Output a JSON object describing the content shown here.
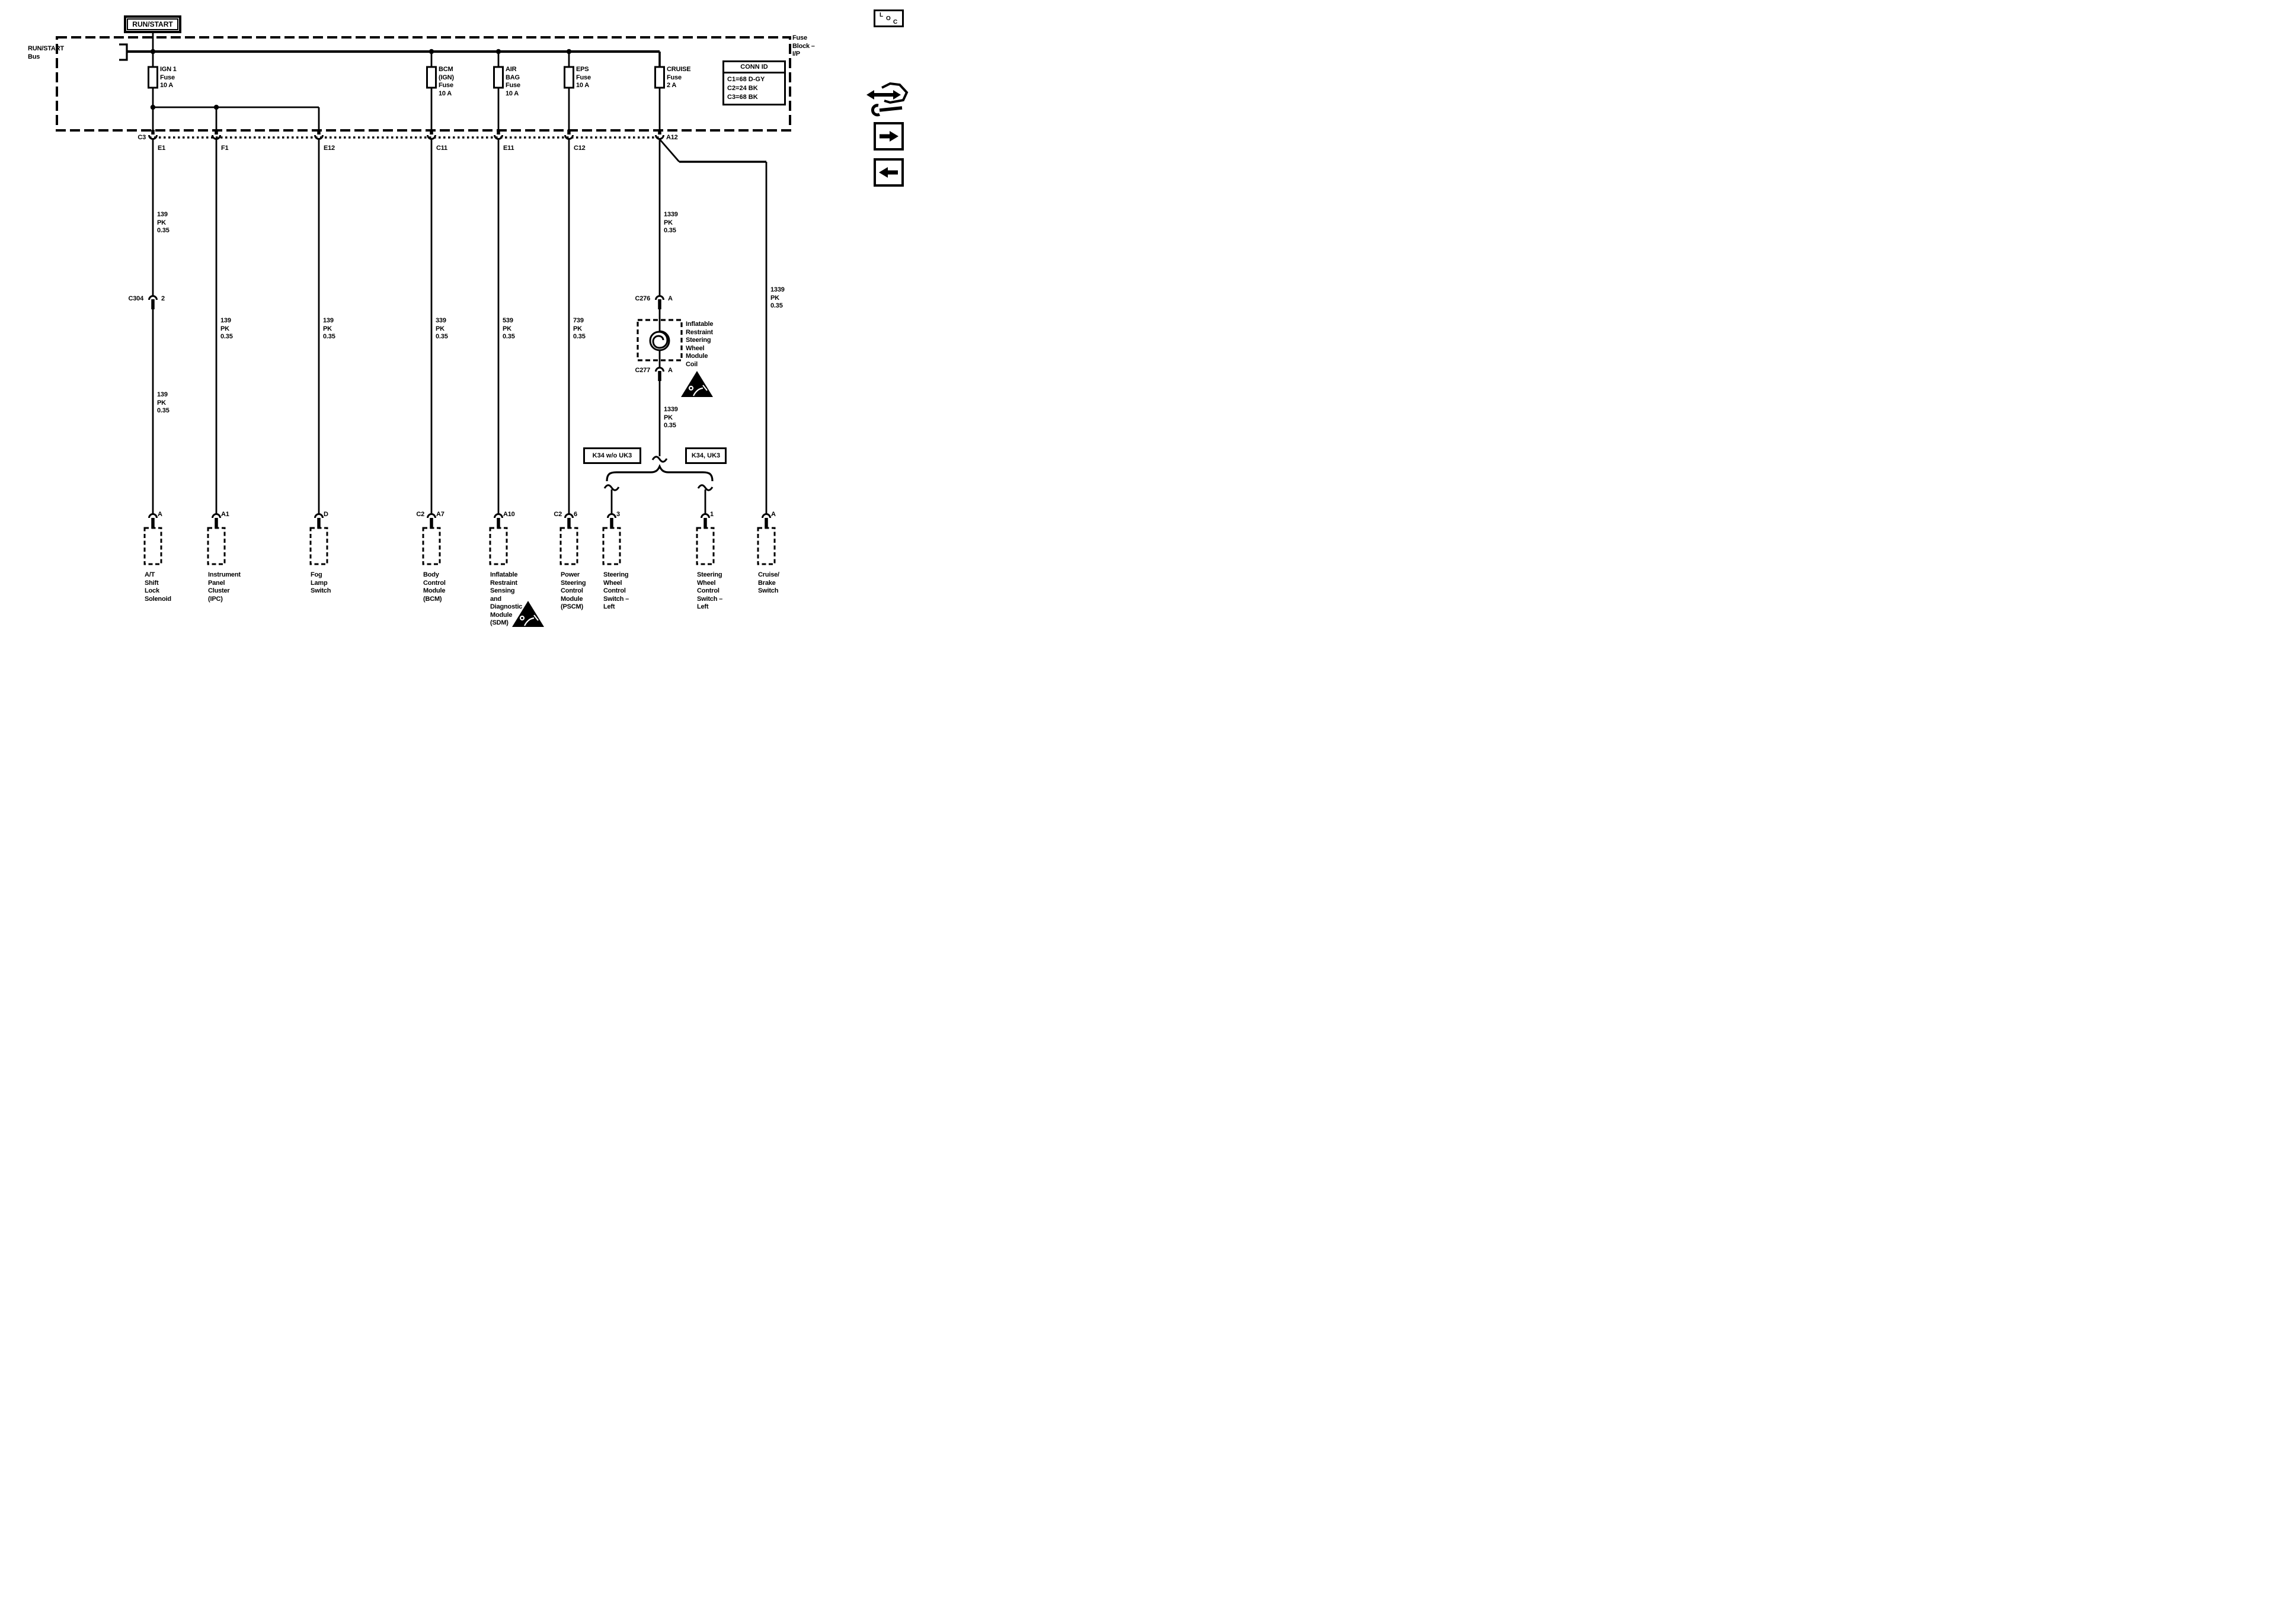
{
  "title_box": "RUN/START",
  "bus_label": "RUN/START\nBus",
  "fuse_block_label": "Fuse\nBlock –\nI/P",
  "conn_id": {
    "title": "CONN ID",
    "rows": "C1=68 D-GY\nC2=24 BK\nC3=68 BK"
  },
  "fuses": {
    "ign1": "IGN 1\nFuse\n10 A",
    "bcm": "BCM\n(IGN)\nFuse\n10 A",
    "airbag": "AIR\nBAG\nFuse\n10 A",
    "eps": "EPS\nFuse\n10 A",
    "cruise": "CRUISE\nFuse\n2 A"
  },
  "row": {
    "left": "C3",
    "a12": "A12",
    "pins": {
      "e1": "E1",
      "f1": "F1",
      "e12": "E12",
      "c11": "C11",
      "e11": "E11",
      "c12": "C12"
    }
  },
  "wires": {
    "w139_a": "139\nPK\n0.35",
    "w139_b": "139\nPK\n0.35",
    "w139_ipc": "139\nPK\n0.35",
    "w139_fog": "139\nPK\n0.35",
    "w339": "339\nPK\n0.35",
    "w539": "539\nPK\n0.35",
    "w739": "739\nPK\n0.35",
    "w1339_a": "1339\nPK\n0.35",
    "w1339_b": "1339\nPK\n0.35",
    "w1339_c": "1339\nPK\n0.35"
  },
  "inline": {
    "c304": "C304",
    "c304_pin": "2",
    "c276": "C276",
    "c276_pin": "A",
    "c277": "C277",
    "c277_pin": "A"
  },
  "coil_label": "Inflatable\nRestraint\nSteering\nWheel\nModule\nCoil",
  "k34": {
    "left": "K34 w/o UK3",
    "right": "K34, UK3"
  },
  "pins": {
    "at": "A",
    "ipc": "A1",
    "fog": "D",
    "bcm_conn": "C2",
    "bcm": "A7",
    "sdm": "A10",
    "pscm_conn": "C2",
    "pscm": "6",
    "sw3": "3",
    "sw1": "1",
    "cb": "A"
  },
  "components": {
    "at": "A/T\nShift\nLock\nSolenoid",
    "ipc": "Instrument\nPanel\nCluster\n(IPC)",
    "fog": "Fog\nLamp\nSwitch",
    "bcm": "Body\nControl\nModule\n(BCM)",
    "sdm": "Inflatable\nRestraint\nSensing\nand\nDiagnostic\nModule\n(SDM)",
    "pscm": "Power\nSteering\nControl\nModule\n(PSCM)",
    "sw3": "Steering\nWheel\nControl\nSwitch –\nLeft",
    "sw1": "Steering\nWheel\nControl\nSwitch –\nLeft",
    "cb": "Cruise/\nBrake\nSwitch"
  },
  "loc_icon": {
    "l": "L",
    "o": "O",
    "c": "C"
  },
  "colors": {
    "ink": "#000000",
    "paper": "#ffffff"
  }
}
